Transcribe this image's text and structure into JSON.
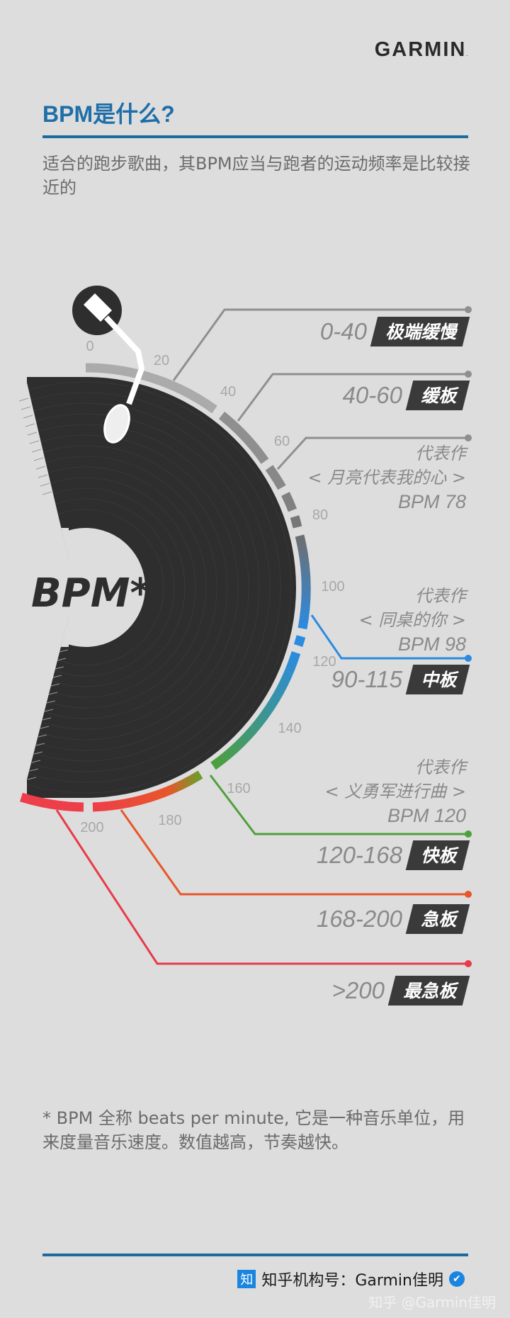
{
  "brand": {
    "logo": "GARMIN",
    "mark": "."
  },
  "header": {
    "title": "BPM是什么?",
    "intro": "适合的跑步歌曲，其BPM应当与跑者的运动频率是比较接近的"
  },
  "graphic": {
    "center_label": "BPM*",
    "scale_ticks": [
      "0",
      "20",
      "40",
      "60",
      "80",
      "100",
      "120",
      "140",
      "160",
      "180",
      "200"
    ]
  },
  "ranges": [
    {
      "range": "0-40",
      "tag": "极端缓慢",
      "color": "#9a9a9a"
    },
    {
      "range": "40-60",
      "tag": "缓板",
      "color": "#8a8a8a"
    },
    {
      "range": "90-115",
      "tag": "中板",
      "color": "#2b8be0"
    },
    {
      "range": "120-168",
      "tag": "快板",
      "color": "#4ea03a"
    },
    {
      "range": "168-200",
      "tag": "急板",
      "color": "#e8562a"
    },
    {
      "range": ">200",
      "tag": "最急板",
      "color": "#e83a4a"
    }
  ],
  "representatives": [
    {
      "heading": "代表作",
      "song": "< 月亮代表我的心 >",
      "bpm": "BPM 78"
    },
    {
      "heading": "代表作",
      "song": "< 同桌的你 >",
      "bpm": "BPM 98"
    },
    {
      "heading": "代表作",
      "song": "< 义勇军进行曲 >",
      "bpm": "BPM 120"
    }
  ],
  "footnote": "* BPM 全称 beats per minute, 它是一种音乐单位，用来度量音乐速度。数值越高，节奏越快。",
  "footer": {
    "badge": "知",
    "account_label": "知乎机构号：Garmin佳明",
    "verified_icon": "✔",
    "watermark": "知乎 @Garmin佳明"
  },
  "colors": {
    "accent": "#1d6a9e",
    "background": "#dddddd",
    "record": "#2e2e2e"
  }
}
